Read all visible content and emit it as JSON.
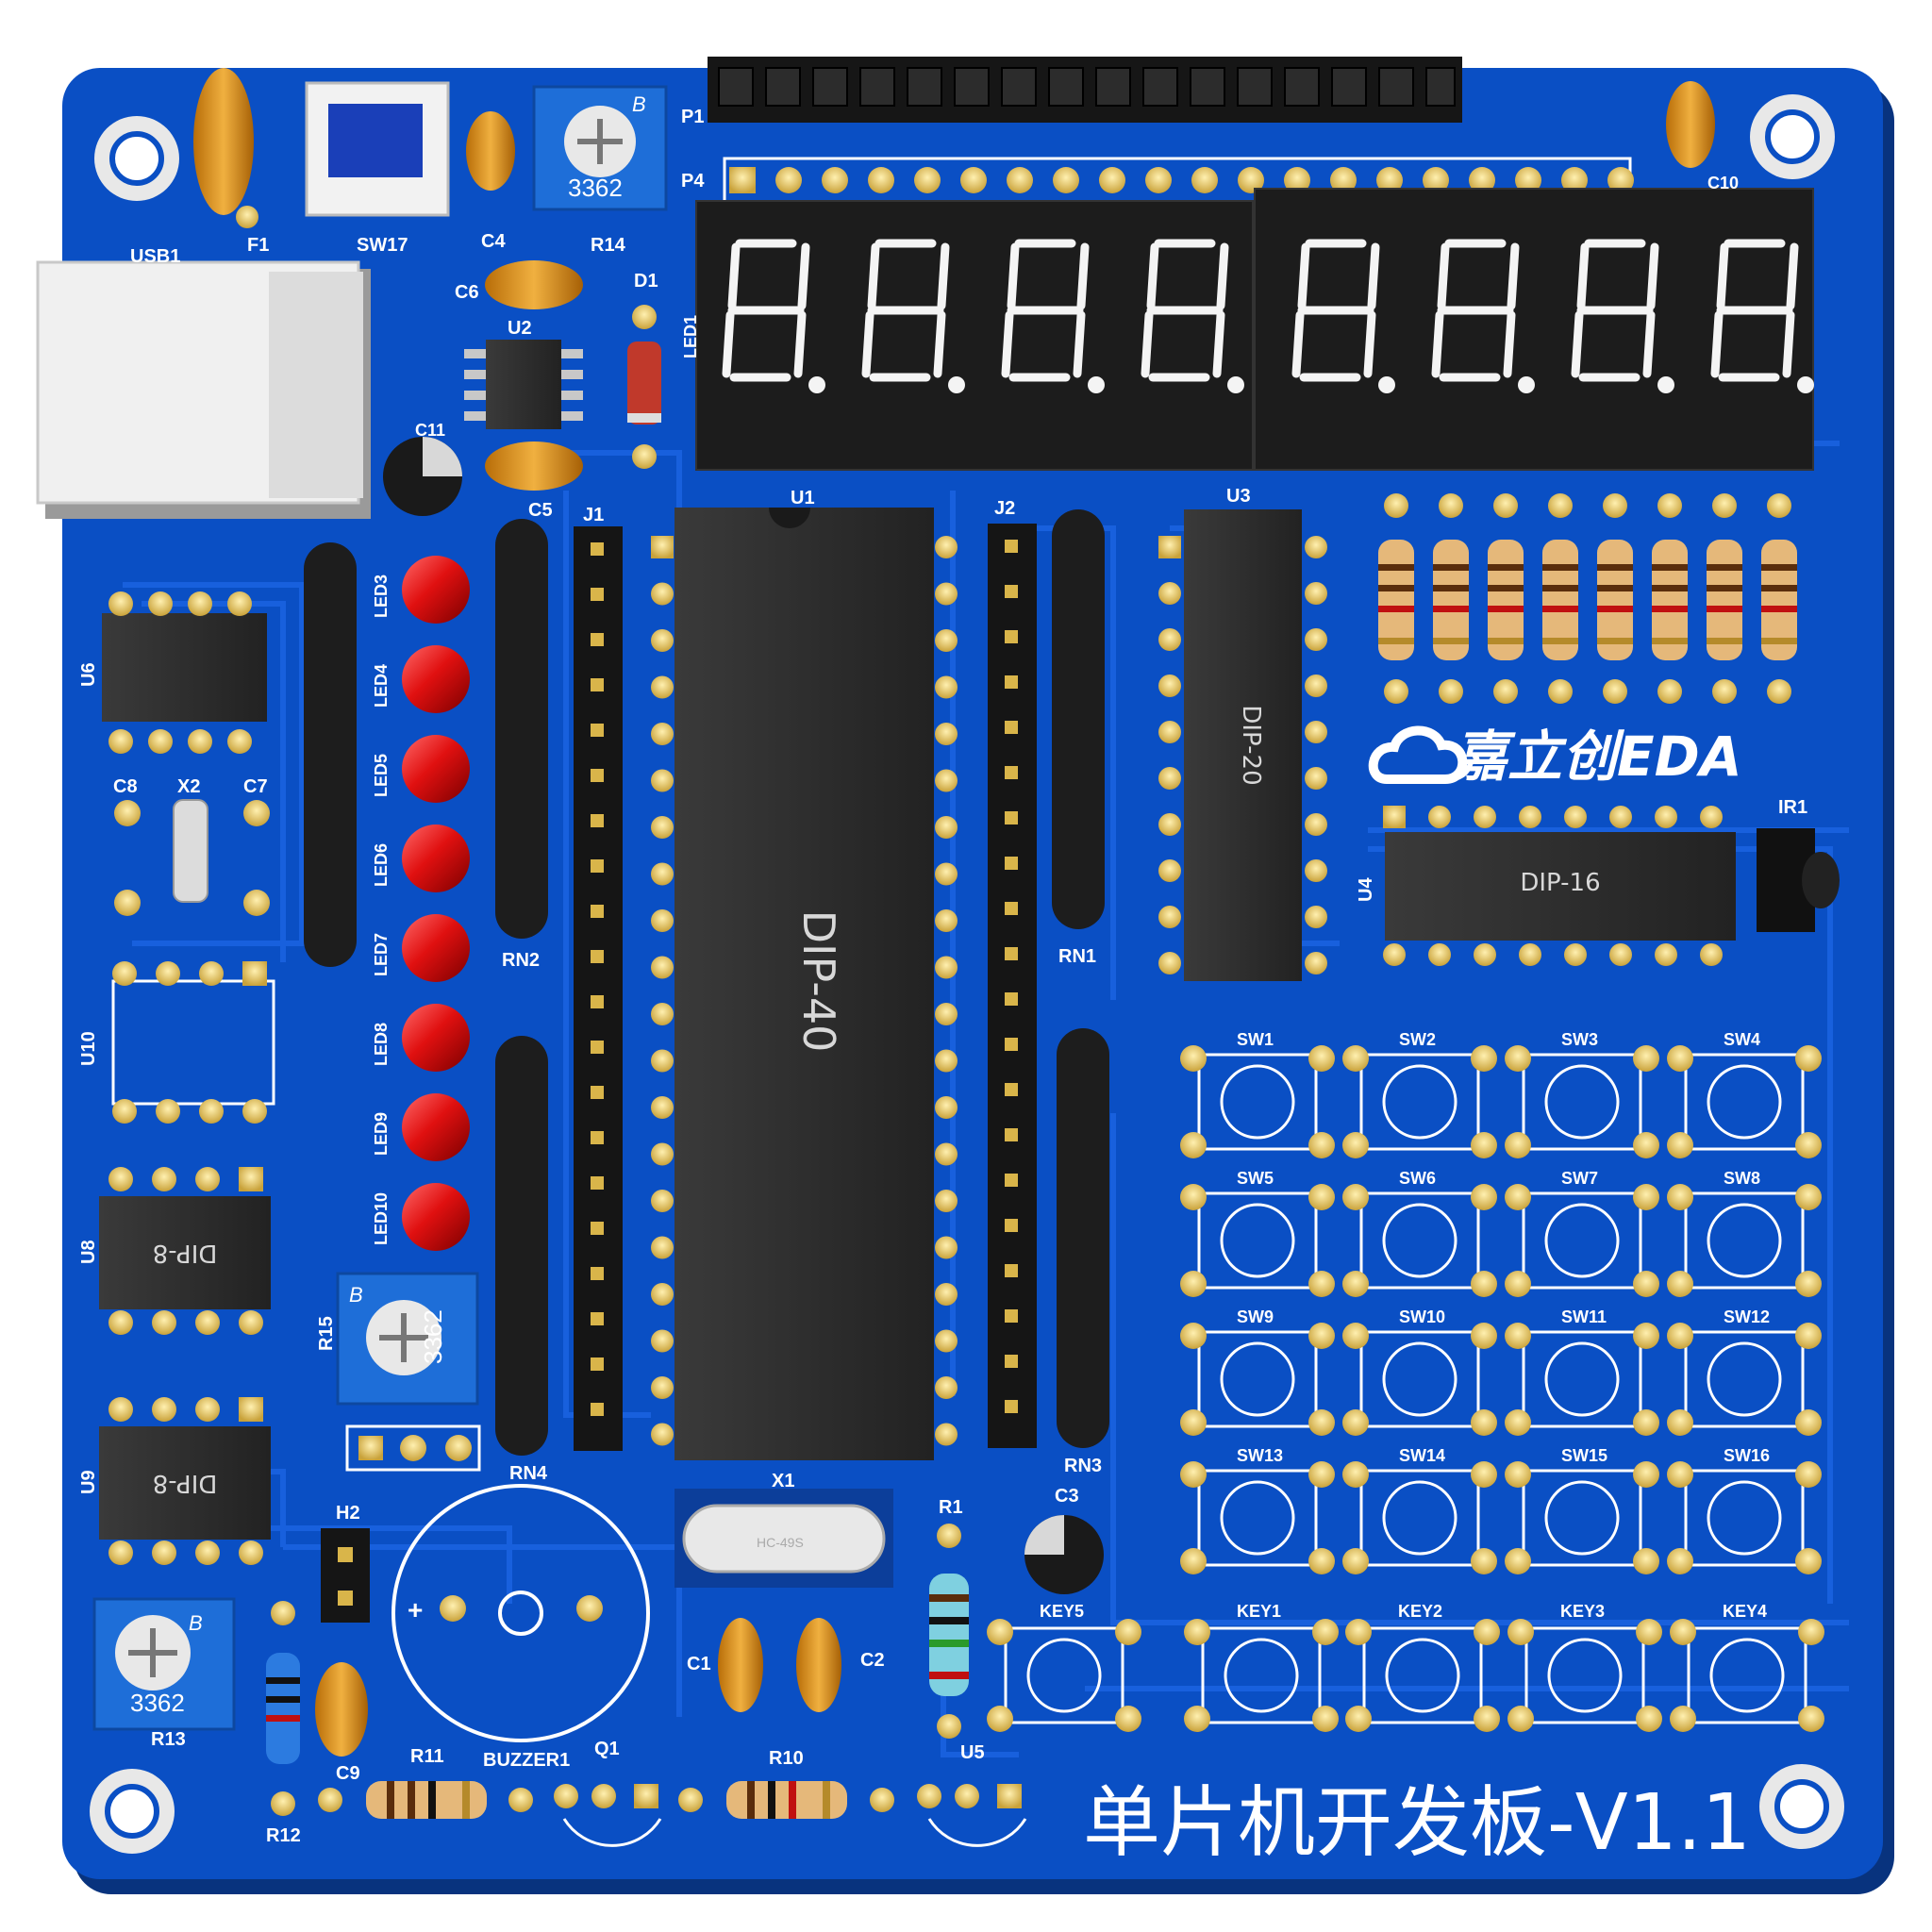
{
  "board": {
    "title": "单片机开发板-V1.1",
    "logo_text": "嘉立创EDA",
    "colors": {
      "board": "#0a4fc4",
      "board_edge": "#0a3c94",
      "trace": "#1659d6",
      "silk": "#ffffff",
      "pad": "#d9b54a",
      "chip": "#2b2b2b",
      "led": "#e01010",
      "cap": "#e09a1a",
      "pot": "#1e6ed8"
    }
  },
  "labels": {
    "usb": "USB1",
    "f1": "F1",
    "sw17": "SW17",
    "c4": "C4",
    "r14": "R14",
    "pot_value": "3362",
    "pot_b": "B",
    "p1": "P1",
    "p4": "P4",
    "c10": "C10",
    "c6": "C6",
    "u2": "U2",
    "d1": "D1",
    "led1": "LED1",
    "c11": "C11",
    "c5": "C5",
    "j1": "J1",
    "u1": "U1",
    "j2": "J2",
    "u3": "U3",
    "u6": "U6",
    "c8": "C8",
    "x2": "X2",
    "c7": "C7",
    "u10": "U10",
    "u8": "U8",
    "u9": "U9",
    "r15": "R15",
    "r13": "R13",
    "h2": "H2",
    "rn2": "RN2",
    "rn4": "RN4",
    "rn1": "RN1",
    "rn3": "RN3",
    "u4": "U4",
    "ir1": "IR1",
    "x1": "X1",
    "crystal": "HC-49S",
    "r1": "R1",
    "c3": "C3",
    "c1": "C1",
    "c2": "C2",
    "r11": "R11",
    "r12": "R12",
    "c9": "C9",
    "buzzer": "BUZZER1",
    "q1": "Q1",
    "r10": "R10",
    "u5": "U5",
    "plus": "+",
    "leds": [
      "LED3",
      "LED4",
      "LED5",
      "LED6",
      "LED7",
      "LED8",
      "LED9",
      "LED10"
    ],
    "switches": [
      "SW1",
      "SW2",
      "SW3",
      "SW4",
      "SW5",
      "SW6",
      "SW7",
      "SW8",
      "SW9",
      "SW10",
      "SW11",
      "SW12",
      "SW13",
      "SW14",
      "SW15",
      "SW16"
    ],
    "keys": [
      "KEY5",
      "KEY1",
      "KEY2",
      "KEY3",
      "KEY4"
    ]
  },
  "chips": {
    "dip40": "DIP-40",
    "dip20": "DIP-20",
    "dip16": "DIP-16",
    "dip8": "DIP-8"
  }
}
